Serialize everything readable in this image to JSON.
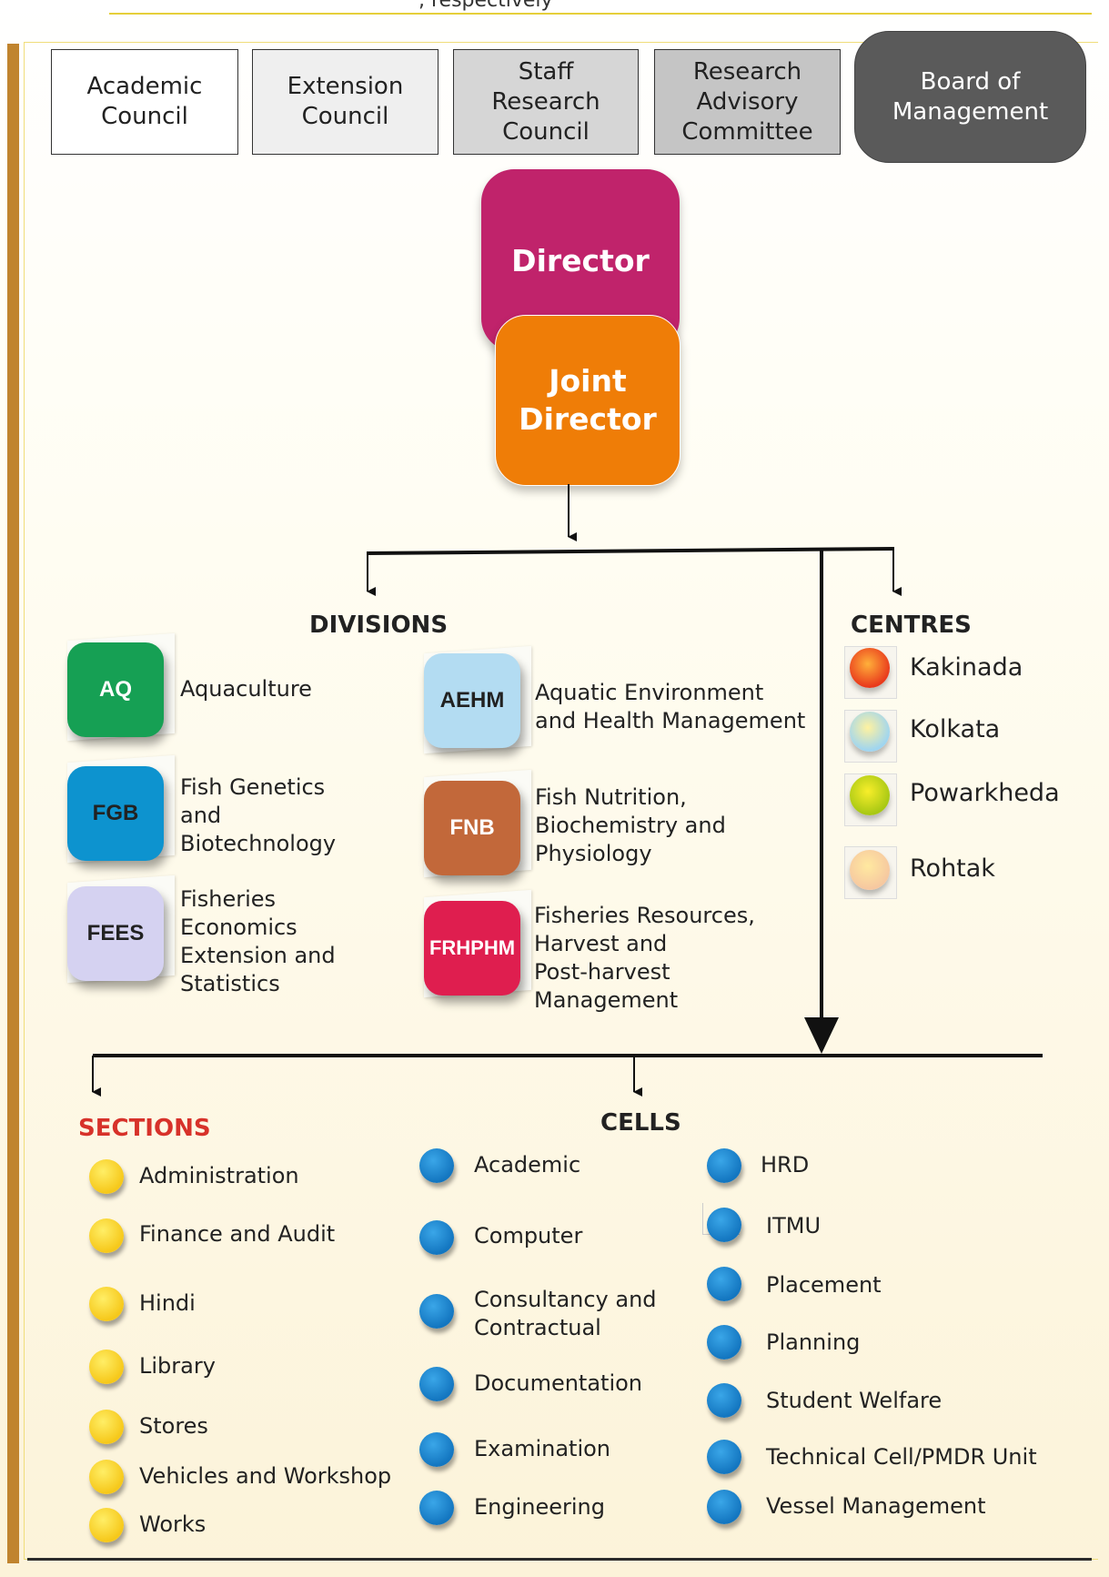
{
  "header": {
    "partial_text": ", respectively"
  },
  "councils": [
    {
      "label": "Academic\nCouncil"
    },
    {
      "label": "Extension\nCouncil"
    },
    {
      "label": "Staff\nResearch\nCouncil"
    },
    {
      "label": "Research\nAdvisory\nCommittee"
    },
    {
      "label": "Board of\nManagement"
    }
  ],
  "director": {
    "label": "Director"
  },
  "joint_director": {
    "label": "Joint\nDirector"
  },
  "divisions": {
    "heading": "DIVISIONS",
    "items": [
      {
        "code": "AQ",
        "name": "Aquaculture",
        "color": "#16a054"
      },
      {
        "code": "FGB",
        "name": "Fish Genetics\nand\nBiotechnology",
        "color": "#0d93cf"
      },
      {
        "code": "FEES",
        "name": "Fisheries\nEconomics\nExtension and\nStatistics",
        "color": "#d5d2f1"
      },
      {
        "code": "AEHM",
        "name": "Aquatic Environment\nand Health Management",
        "color": "#b3dcf2"
      },
      {
        "code": "FNB",
        "name": "Fish Nutrition,\nBiochemistry and\nPhysiology",
        "color": "#c2683a"
      },
      {
        "code": "FRHPHM",
        "name": "Fisheries Resources,\nHarvest and\nPost-harvest\nManagement",
        "color": "#df1e4f"
      }
    ]
  },
  "centres": {
    "heading": "CENTRES",
    "items": [
      {
        "name": "Kakinada",
        "color": "#e93a1c"
      },
      {
        "name": "Kolkata",
        "color": "#9fd5f0"
      },
      {
        "name": "Powarkheda",
        "color": "#a8c814"
      },
      {
        "name": "Rohtak",
        "color": "#f6c8a0"
      }
    ]
  },
  "sections": {
    "heading": "SECTIONS",
    "heading_color": "#d7322a",
    "items": [
      "Administration",
      "Finance and Audit",
      "Hindi",
      "Library",
      "Stores",
      "Vehicles and Workshop",
      "Works"
    ]
  },
  "cells": {
    "heading": "CELLS",
    "col1": [
      "Academic",
      "Computer",
      "Consultancy and\nContractual",
      "Documentation",
      "Examination",
      "Engineering"
    ],
    "col2": [
      "HRD",
      "ITMU",
      "Placement",
      "Planning",
      "Student Welfare",
      "Technical Cell/PMDR Unit",
      "Vessel Management"
    ]
  }
}
